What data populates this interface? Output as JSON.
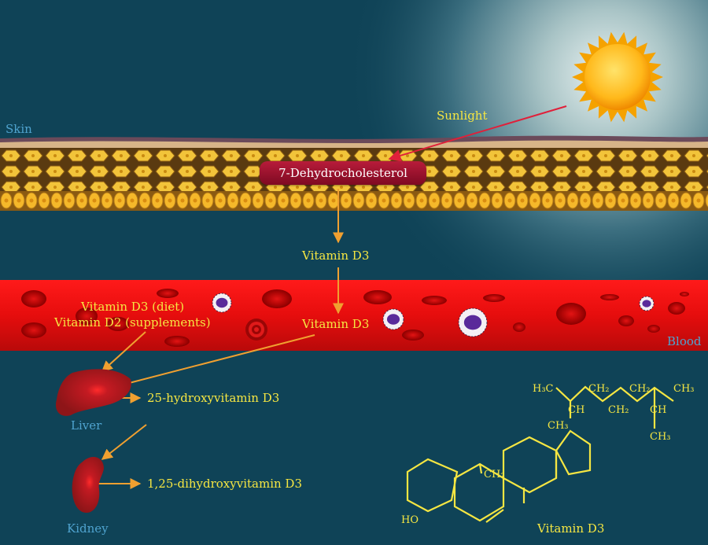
{
  "labels": {
    "skin": "Skin",
    "sunlight": "Sunlight",
    "dehydro": "7-Dehydrocholesterol",
    "vitd3_mid": "Vitamin D3",
    "vitd3_diet": "Vitamin D3 (diet)",
    "vitd2_supp": "Vitamin D2 (supplements)",
    "vitd3_blood": "Vitamin D3",
    "blood": "Blood",
    "hydroxy": "25-hydroxyvitamin D3",
    "liver": "Liver",
    "dihydroxy": "1,25-dihydroxyvitamin D3",
    "kidney": "Kidney",
    "structure_caption": "Vitamin D3"
  },
  "chem": {
    "h3c": "H₃C",
    "ch2_a": "CH₂",
    "ch2_b": "CH₂",
    "ch3_top": "CH₃",
    "ch_left": "CH",
    "ch2_c": "CH₂",
    "ch_right": "CH",
    "ch3_bottom": "CH₃",
    "ch3_ring": "CH₃",
    "ch2_ring": "CH₂",
    "ho": "HO"
  },
  "colors": {
    "background": "#0f4357",
    "label_yellow": "#f5e642",
    "label_blue": "#4fa3cf",
    "arrow_orange": "#f0a030",
    "sun_arrow": "#e0203a",
    "blood_red": "#e01010",
    "pill_red": "#a0102e"
  },
  "icons": [
    "sun-icon",
    "liver-icon",
    "kidney-icon",
    "red-blood-cell-icon",
    "white-blood-cell-icon"
  ]
}
